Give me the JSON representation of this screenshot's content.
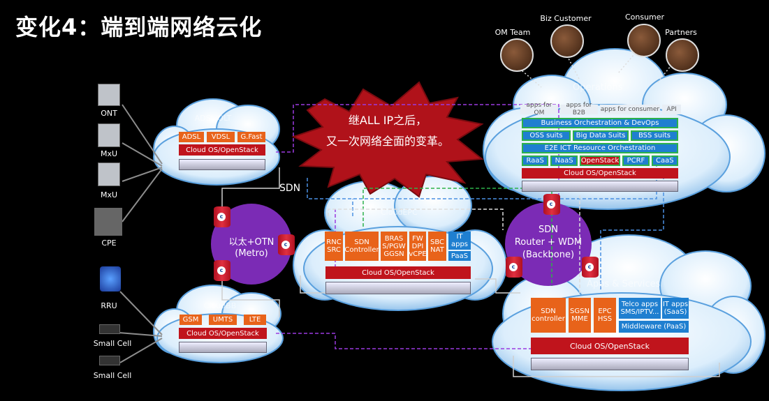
{
  "title": "变化4：端到端网络云化",
  "callout": {
    "line1": "继ALL IP之后，",
    "line2": "又一次网络全面的变革。"
  },
  "users": {
    "om_team": "OM Team",
    "biz_customer": "Biz Customer",
    "consumer": "Consumer",
    "partners": "Partners"
  },
  "devices": {
    "ont": "ONT",
    "mxu1": "MxU",
    "mxu2": "MxU",
    "cpe": "CPE",
    "rru": "RRU",
    "small_cell1": "Small Cell",
    "small_cell2": "Small Cell"
  },
  "adsl_cloud": {
    "name": "ADSL/OLT",
    "boxes": [
      "ADSL",
      "VDSL",
      "G.Fast"
    ],
    "platform": "Cloud OS/OpenStack"
  },
  "ran_cloud": {
    "name": "CloudBB",
    "boxes": [
      "GSM",
      "UMTS",
      "LTE"
    ],
    "platform": "Cloud OS/OpenStack"
  },
  "metro": {
    "sdn": "SDN",
    "line1": "以太+OTN",
    "line2": "(Metro)"
  },
  "epc_cloud": {
    "name": "CloudEPC",
    "boxes": [
      "RNC\nSRC",
      "SDN\nController",
      "BRAS\nS/PGW\nGGSN",
      "FW\nDPI\nvCPE",
      "SBC\nNAT"
    ],
    "it": "IT\napps",
    "paas": "PaaS",
    "platform": "Cloud OS/OpenStack"
  },
  "backbone": {
    "line1": "SDN",
    "line2": "Router + WDM",
    "line3": "(Backbone)"
  },
  "ops_cloud": {
    "name": "Operations",
    "apps": [
      "apps for OM",
      "apps for B2B",
      "apps for consumer",
      "API"
    ],
    "bizorch": "Business Orchestration & DevOps",
    "row1": [
      "OSS suits",
      "Big Data Suits",
      "BSS suits"
    ],
    "e2e": "E2E ICT Resource Orchestration",
    "row2": [
      "RaaS",
      "NaaS",
      "OpenStack",
      "PCRF",
      "CaaS"
    ],
    "platform": "Cloud OS/OpenStack"
  },
  "apps_cloud": {
    "name": "Apps & Services",
    "boxes": [
      "SDN\ncontroller",
      "SGSN\nMME",
      "EPC\nHSS"
    ],
    "telco": "Telco apps\nSMS/IPTV...",
    "itapps": "IT apps\n(SaaS)",
    "middleware": "Middleware (PaaS)",
    "platform": "Cloud OS/OpenStack"
  },
  "colors": {
    "accent_red": "#c0141c",
    "orange": "#e8631a",
    "blue": "#1f7fd0",
    "purple": "#7b2bb5",
    "green": "#2db14a"
  }
}
